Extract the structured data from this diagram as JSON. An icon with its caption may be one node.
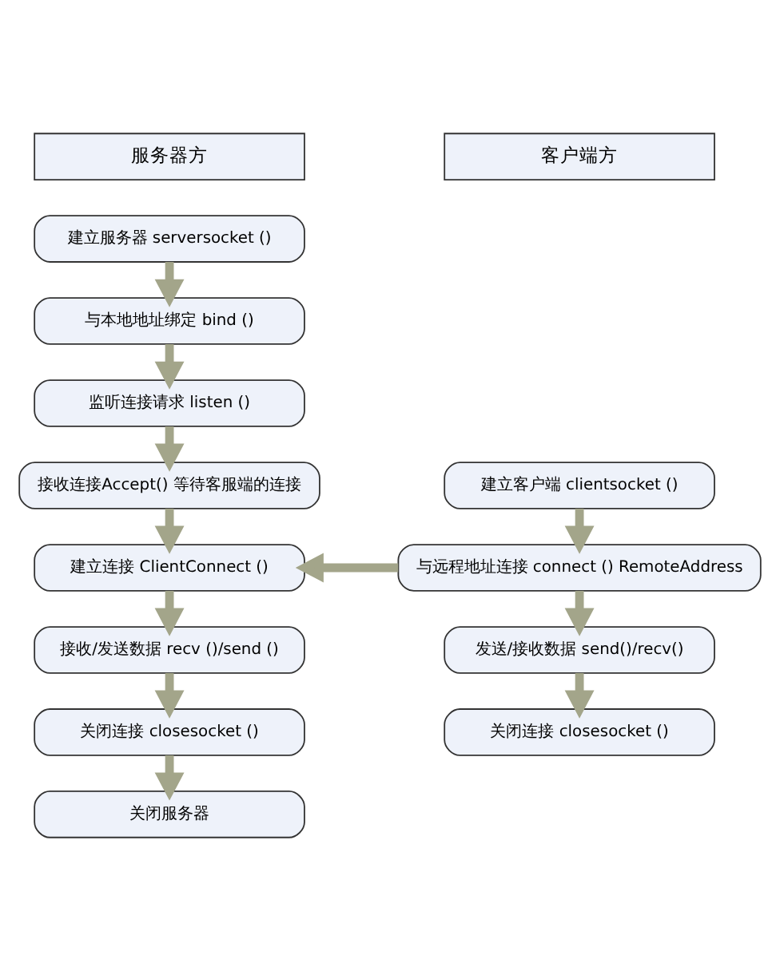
{
  "diagram": {
    "nodes": [
      {
        "text": [
          "服务器方"
        ]
      },
      {
        "text": [
          "客户端方"
        ]
      },
      {
        "text": [
          "建立服务器 serversocket ()"
        ]
      },
      {
        "text": [
          "与本地地址绑定 bind ()"
        ]
      },
      {
        "text": [
          "监听连接请求 listen ()"
        ]
      },
      {
        "text": [
          "接收连接Accept() 等待客服端的连接"
        ]
      },
      {
        "text": [
          "建立连接 ClientConnect ()"
        ]
      },
      {
        "text": [
          "接收/发送数据 recv ()/send ()"
        ]
      },
      {
        "text": [
          "关闭连接 closesocket ()"
        ]
      },
      {
        "text": [
          "关闭服务器"
        ]
      },
      {
        "text": [
          "建立客户端 clientsocket ()"
        ]
      },
      {
        "text": [
          "与远程地址连接 connect () RemoteAddress"
        ]
      },
      {
        "text": [
          "发送/接收数据 send()/recv()"
        ]
      },
      {
        "text": [
          "关闭连接 closesocket ()"
        ]
      }
    ],
    "edges": [
      {
        "from": 2,
        "to": 3,
        "arrow": "to"
      },
      {
        "from": 3,
        "to": 4,
        "arrow": "to"
      },
      {
        "from": 4,
        "to": 5,
        "arrow": "to"
      },
      {
        "from": 5,
        "to": 6,
        "arrow": "to"
      },
      {
        "from": 6,
        "to": 7,
        "arrow": "to"
      },
      {
        "from": 7,
        "to": 8,
        "arrow": "to"
      },
      {
        "from": 8,
        "to": 9,
        "arrow": "to"
      },
      {
        "from": 10,
        "to": 11,
        "arrow": "to"
      },
      {
        "from": 11,
        "to": 12,
        "arrow": "to"
      },
      {
        "from": 12,
        "to": 13,
        "arrow": "to"
      },
      {
        "from": 11,
        "to": 6,
        "arrow": "to"
      }
    ]
  }
}
